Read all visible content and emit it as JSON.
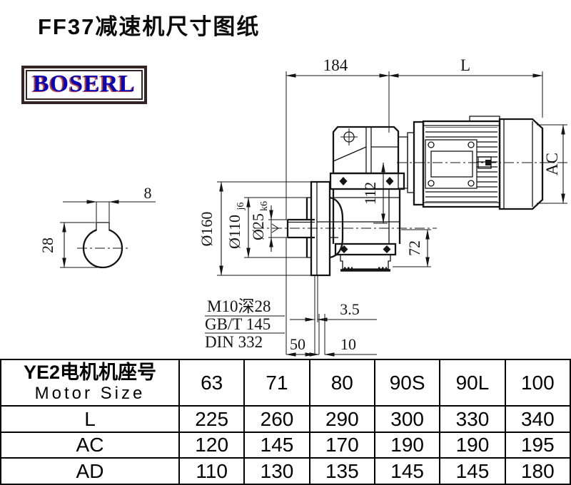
{
  "title": "FF37减速机尺寸图纸",
  "logo": {
    "text": "BOSERL"
  },
  "drawing": {
    "dims": {
      "gearbox_width": "184",
      "motor_length": "L",
      "motor_od": "AC",
      "key_width": "8",
      "bore_keyway": "28",
      "flange_od": "Ø160",
      "spigot_d": "Ø110",
      "spigot_fit": "j6",
      "shaft_d": "Ø25",
      "shaft_fit": "k6",
      "axis_height": "112",
      "bottom_height": "72",
      "rim_thickness": "3.5",
      "shaft_length": "50",
      "flange_offset": "10"
    },
    "notes": {
      "tap": "M10深28",
      "std_gb": "GB/T 145",
      "std_din": "DIN 332"
    }
  },
  "table": {
    "header": {
      "zh": "YE2电机机座号",
      "en": "Motor Size",
      "cols": [
        "63",
        "71",
        "80",
        "90S",
        "90L",
        "100"
      ]
    },
    "rows": [
      {
        "label": "L",
        "values": [
          "225",
          "260",
          "290",
          "300",
          "330",
          "340"
        ]
      },
      {
        "label": "AC",
        "values": [
          "120",
          "145",
          "170",
          "190",
          "190",
          "195"
        ]
      },
      {
        "label": "AD",
        "values": [
          "110",
          "130",
          "135",
          "145",
          "145",
          "180"
        ]
      }
    ]
  }
}
